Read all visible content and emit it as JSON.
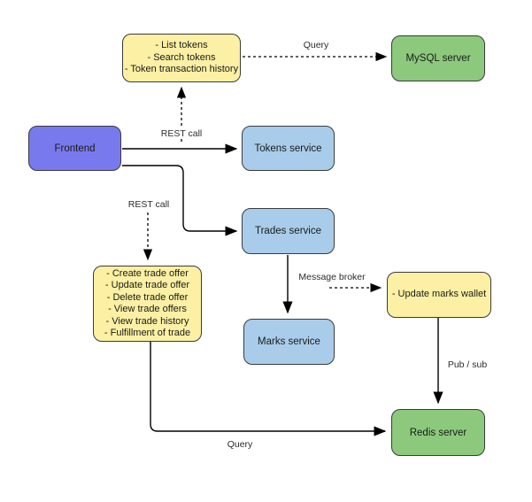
{
  "diagram": {
    "type": "architecture-flowchart",
    "colors": {
      "background": "#FFFFFF",
      "frontend_fill": "#7979EE",
      "service_fill": "#A9CCEB",
      "server_fill": "#8CC97C",
      "note_fill": "#FBF0A3",
      "stroke": "#3B3B3B",
      "edge_color": "#000000"
    },
    "nodes": {
      "note_tokens": {
        "lines": [
          "- List tokens",
          "- Search tokens",
          "- Token transaction history"
        ]
      },
      "mysql_server": {
        "label": "MySQL server"
      },
      "frontend": {
        "label": "Frontend"
      },
      "tokens_service": {
        "label": "Tokens service"
      },
      "trades_service": {
        "label": "Trades service"
      },
      "note_trades": {
        "lines": [
          "- Create trade offer",
          "- Update trade offer",
          "- Delete trade offer",
          "- View trade offers",
          "- View trade history",
          "- Fulfillment of trade"
        ]
      },
      "note_marks": {
        "label": "- Update marks wallet"
      },
      "marks_service": {
        "label": "Marks service"
      },
      "redis_server": {
        "label": "Redis server"
      }
    },
    "edges": {
      "note_tokens_to_mysql": {
        "from": "note_tokens",
        "to": "mysql_server",
        "style": "dashed",
        "label": "Query"
      },
      "tokens_rest_call": {
        "from": "frontend_tokens_edge",
        "to": "note_tokens",
        "style": "dashed",
        "label": "REST call"
      },
      "frontend_to_tokens_service": {
        "from": "frontend",
        "to": "tokens_service",
        "style": "solid",
        "label": ""
      },
      "frontend_to_trades_service": {
        "from": "frontend",
        "to": "trades_service",
        "style": "solid",
        "label": ""
      },
      "trades_rest_call": {
        "from": "frontend",
        "to": "note_trades",
        "style": "dashed",
        "label": "REST call"
      },
      "trades_to_marks_service": {
        "from": "trades_service",
        "to": "marks_service",
        "style": "solid",
        "label": ""
      },
      "trades_to_note_marks": {
        "from": "trades_service",
        "to": "note_marks",
        "style": "dashed",
        "label": "Message broker"
      },
      "note_marks_to_redis": {
        "from": "note_marks",
        "to": "redis_server",
        "style": "solid",
        "label": "Pub / sub"
      },
      "note_trades_to_redis": {
        "from": "note_trades",
        "to": "redis_server",
        "style": "solid",
        "label": "Query"
      }
    }
  }
}
